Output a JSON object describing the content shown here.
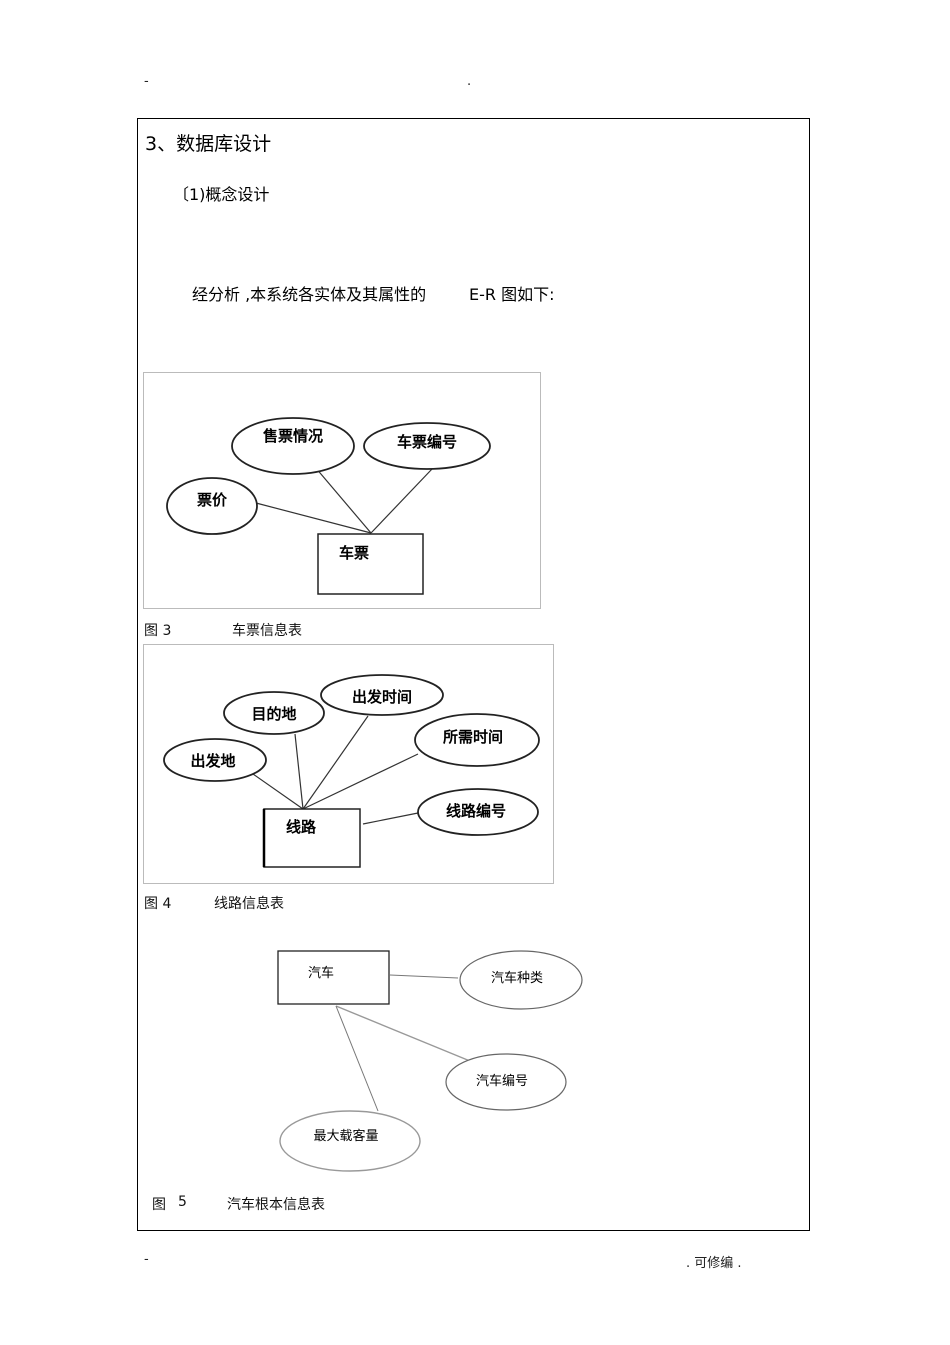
{
  "header": {
    "left": "-",
    "center": "."
  },
  "footer": {
    "left": "-",
    "right": ". 可修编 ."
  },
  "section": {
    "title": "3、数据库设计",
    "subtitle": "〔1)概念设计",
    "intro_part1": "经分析 ,本系统各实体及其属性的",
    "intro_part2": "E-R 图如下:"
  },
  "figures": [
    {
      "caption_num": "图 3",
      "caption_text": "车票信息表",
      "entity": "车票",
      "attributes": [
        "售票情况",
        "车票编号",
        "票价"
      ]
    },
    {
      "caption_num": "图 4",
      "caption_text": "线路信息表",
      "entity": "线路",
      "attributes": [
        "目的地",
        "出发时间",
        "所需时间",
        "出发地",
        "线路编号"
      ]
    },
    {
      "caption_num": "图",
      "caption_num2": "5",
      "caption_text": "汽车根本信息表",
      "entity": "汽车",
      "attributes": [
        "汽车种类",
        "汽车编号",
        "最大载客量"
      ]
    }
  ]
}
